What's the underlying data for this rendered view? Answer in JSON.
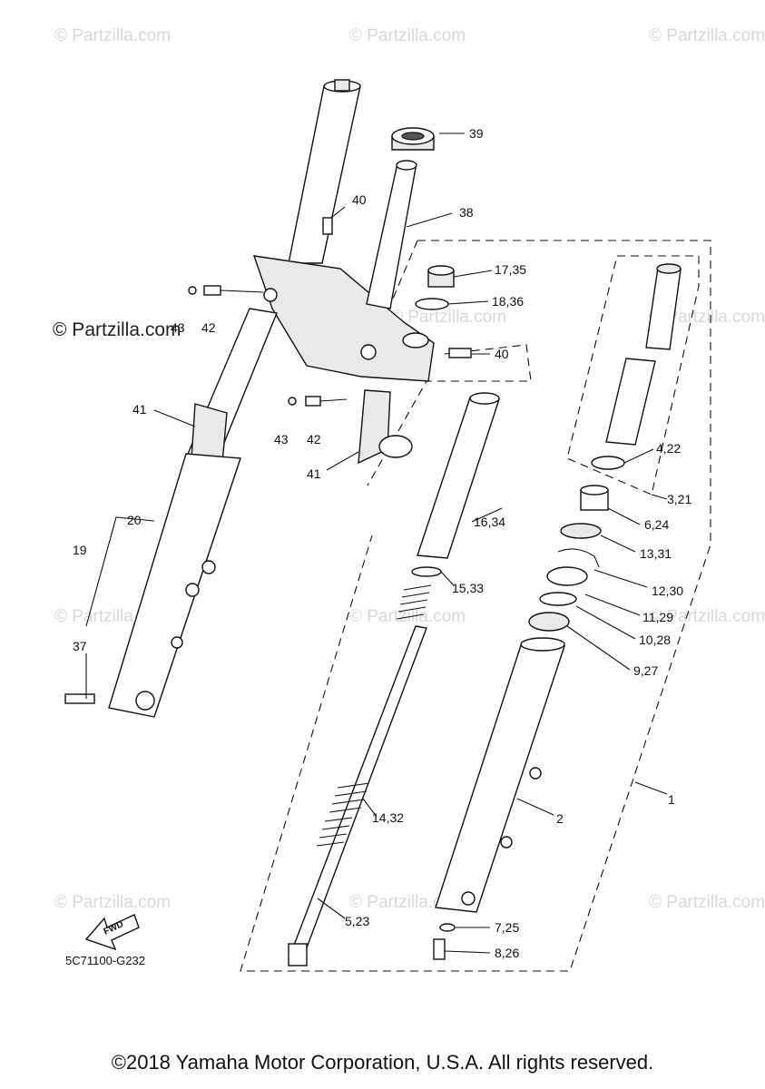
{
  "watermarks": {
    "text": "© Partzilla.com",
    "prominent": "© Partzilla.com"
  },
  "callouts": {
    "c39": "39",
    "c38": "38",
    "c40a": "40",
    "c40b": "40",
    "c17_35": "17,35",
    "c18_36": "18,36",
    "c43a": "43",
    "c42a": "42",
    "c43b": "43",
    "c42b": "42",
    "c41a": "41",
    "c41b": "41",
    "c4_22": "4,22",
    "c3_21": "3,21",
    "c6_24": "6,24",
    "c13_31": "13,31",
    "c12_30": "12,30",
    "c11_29": "11,29",
    "c10_28": "10,28",
    "c9_27": "9,27",
    "c16_34": "16,34",
    "c15_33": "15,33",
    "c14_32": "14,32",
    "c5_23": "5,23",
    "c20": "20",
    "c19": "19",
    "c37": "37",
    "c1": "1",
    "c2": "2",
    "c7_25": "7,25",
    "c8_26": "8,26"
  },
  "fwd_label": "FWD",
  "diagram_code": "5C71100-G232",
  "copyright": "©2018 Yamaha Motor Corporation, U.S.A. All rights reserved."
}
